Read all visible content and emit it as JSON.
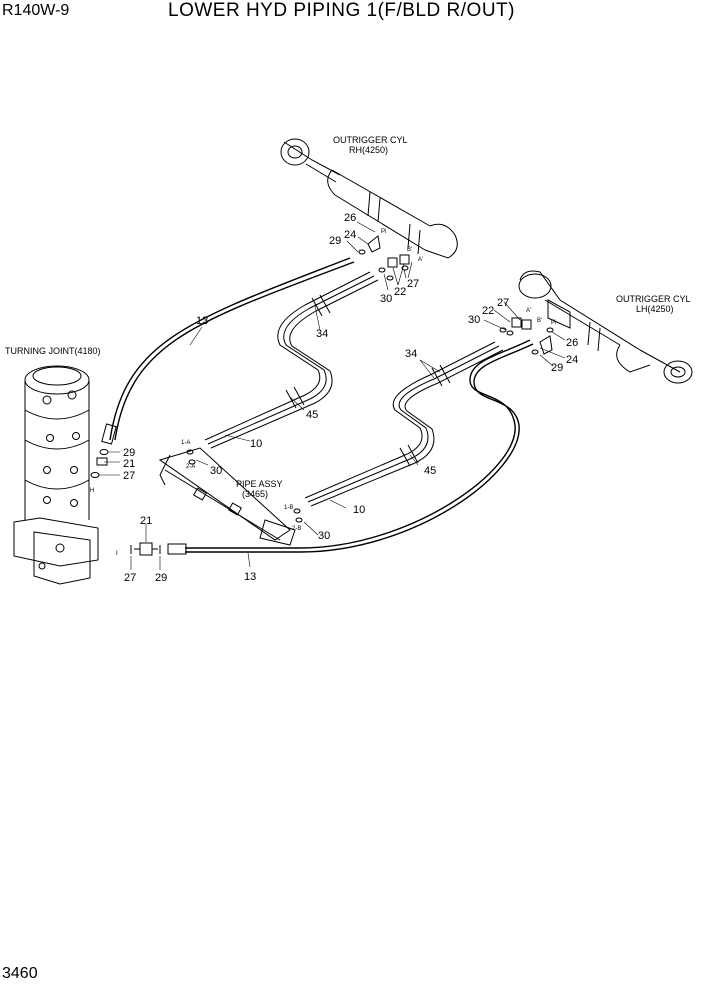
{
  "header": {
    "model": "R140W-9",
    "title": "LOWER HYD PIPING 1(F/BLD R/OUT)"
  },
  "footer": {
    "page_number": "3460"
  },
  "components": {
    "outrigger_rh": {
      "line1": "OUTRIGGER CYL",
      "line2": "RH(4250)"
    },
    "outrigger_lh": {
      "line1": "OUTRIGGER CYL",
      "line2": "LH(4250)"
    },
    "turning_joint": "TURNING JOINT(4180)",
    "pipe_assy": {
      "line1": "PIPE ASSY",
      "line2": "(3465)"
    }
  },
  "part_numbers": {
    "p10": "10",
    "p13": "13",
    "p21": "21",
    "p22": "22",
    "p24": "24",
    "p26": "26",
    "p27": "27",
    "p29": "29",
    "p30": "30",
    "p34": "34",
    "p45": "45"
  },
  "port_labels": {
    "pi": "Pi",
    "b": "B'",
    "a": "A'",
    "h": "H",
    "i": "I",
    "one_a": "1-A",
    "two_a": "2-A",
    "one_b": "1-B",
    "two_b": "2-B"
  }
}
